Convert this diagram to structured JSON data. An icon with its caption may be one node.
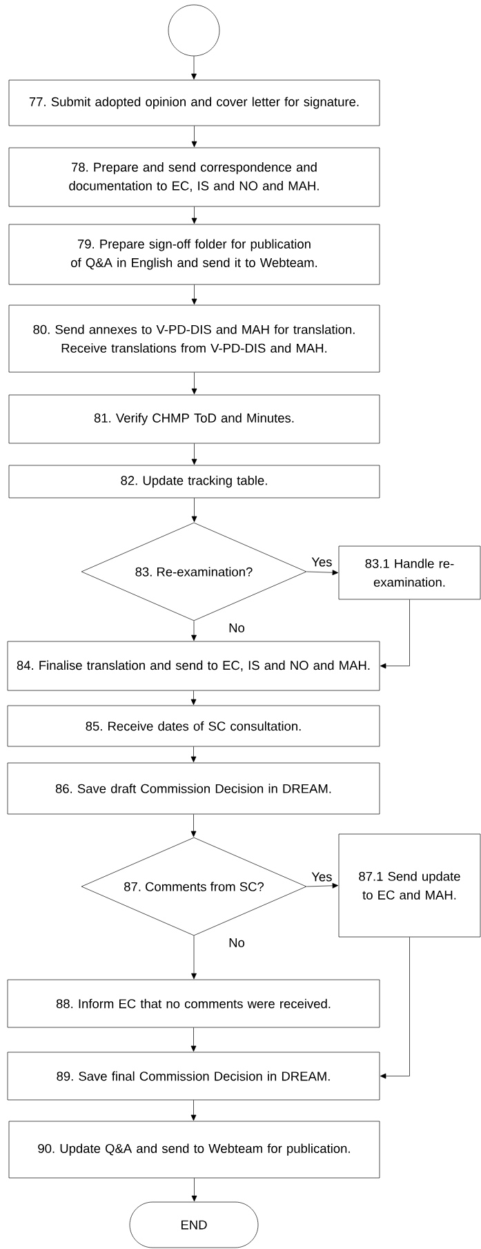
{
  "diagram": {
    "nodes": [
      {
        "text": [],
        "shape": "circle"
      },
      {
        "text": [
          "77. Submit adopted opinion and cover letter for signature."
        ]
      },
      {
        "text": [
          "78. Prepare and send correspondence and documentation to EC, IS and NO and MAH."
        ]
      },
      {
        "text": [
          "79. Prepare sign-off folder for publication of Q&A in English and send it to Webteam."
        ]
      },
      {
        "text": [
          "80. Send annexes to V-PD-DIS and MAH for translation. Receive translations from V-PD-DIS and MAH."
        ]
      },
      {
        "text": [
          "81. Verify CHMP ToD and Minutes."
        ]
      },
      {
        "text": [
          "82. Update tracking table."
        ]
      },
      {
        "text": [
          "83. Re-examination?"
        ]
      },
      {
        "text": [
          "83.1 Handle re-examination."
        ]
      },
      {
        "text": [
          "84. Finalise translation and send to EC, IS and NO and MAH."
        ]
      },
      {
        "text": [
          "85. Receive dates of SC consultation."
        ]
      },
      {
        "text": [
          "86. Save draft Commission Decision in DREAM."
        ]
      },
      {
        "text": [
          "87. Comments from SC?"
        ]
      },
      {
        "text": [
          "87.1 Send update to EC and MAH."
        ]
      },
      {
        "text": [
          "88. Inform EC that no comments were received."
        ]
      },
      {
        "text": [
          "89. Save final Commission Decision in DREAM."
        ]
      },
      {
        "text": [
          "90. Update Q&A and send to Webteam for publication."
        ]
      },
      {
        "text": [
          "END"
        ]
      }
    ],
    "edges": [
      {
        "from": 0,
        "to": 1,
        "arrow": "to"
      },
      {
        "from": 1,
        "to": 2,
        "arrow": "to"
      },
      {
        "from": 2,
        "to": 3,
        "arrow": "to"
      },
      {
        "from": 3,
        "to": 4,
        "arrow": "to"
      },
      {
        "from": 4,
        "to": 5,
        "arrow": "to"
      },
      {
        "from": 5,
        "to": 6,
        "arrow": "to"
      },
      {
        "from": 6,
        "to": 7,
        "arrow": "to"
      },
      {
        "from": 7,
        "to": 8,
        "arrow": "to",
        "label": "Yes"
      },
      {
        "from": 7,
        "to": 9,
        "arrow": "to",
        "label": "No"
      },
      {
        "from": 8,
        "to": 9,
        "arrow": "to"
      },
      {
        "from": 9,
        "to": 10,
        "arrow": "to"
      },
      {
        "from": 10,
        "to": 11,
        "arrow": "to"
      },
      {
        "from": 11,
        "to": 12,
        "arrow": "to"
      },
      {
        "from": 12,
        "to": 13,
        "arrow": "to",
        "label": "Yes"
      },
      {
        "from": 12,
        "to": 14,
        "arrow": "to",
        "label": "No"
      },
      {
        "from": 13,
        "to": 15,
        "arrow": "to"
      },
      {
        "from": 14,
        "to": 15,
        "arrow": "to"
      },
      {
        "from": 15,
        "to": 16,
        "arrow": "to"
      },
      {
        "from": 16,
        "to": 17,
        "arrow": "to"
      }
    ]
  }
}
